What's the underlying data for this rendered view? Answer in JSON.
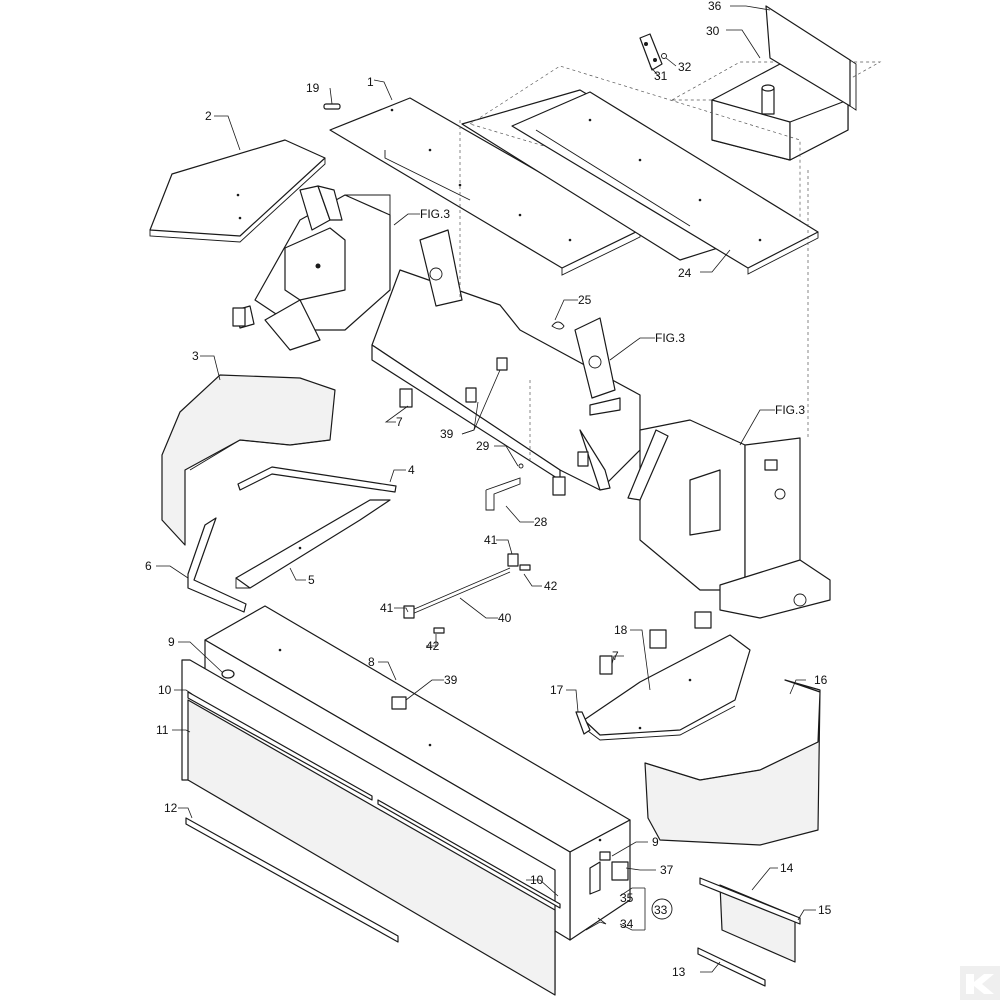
{
  "diagram": {
    "labels": {
      "l36": "36",
      "l30": "30",
      "l31": "31",
      "l32": "32",
      "l19": "19",
      "l1": "1",
      "l2": "2",
      "l24": "24",
      "lfig3a": "FIG.3",
      "l25": "25",
      "lfig3b": "FIG.3",
      "lfig3c": "FIG.3",
      "l3": "3",
      "l7a": "7",
      "l39a": "39",
      "l29": "29",
      "l28": "28",
      "l4": "4",
      "l6": "6",
      "l5": "5",
      "l41a": "41",
      "l42a": "42",
      "l40": "40",
      "l41b": "41",
      "l42b": "42",
      "l9a": "9",
      "l8": "8",
      "l39b": "39",
      "l10a": "10",
      "l11": "11",
      "l18": "18",
      "l7b": "7",
      "l17": "17",
      "l16": "16",
      "l12": "12",
      "l9b": "9",
      "l37": "37",
      "l10b": "10",
      "l35": "35",
      "l33": "33",
      "l34": "34",
      "l14": "14",
      "l15": "15",
      "l13": "13"
    }
  }
}
